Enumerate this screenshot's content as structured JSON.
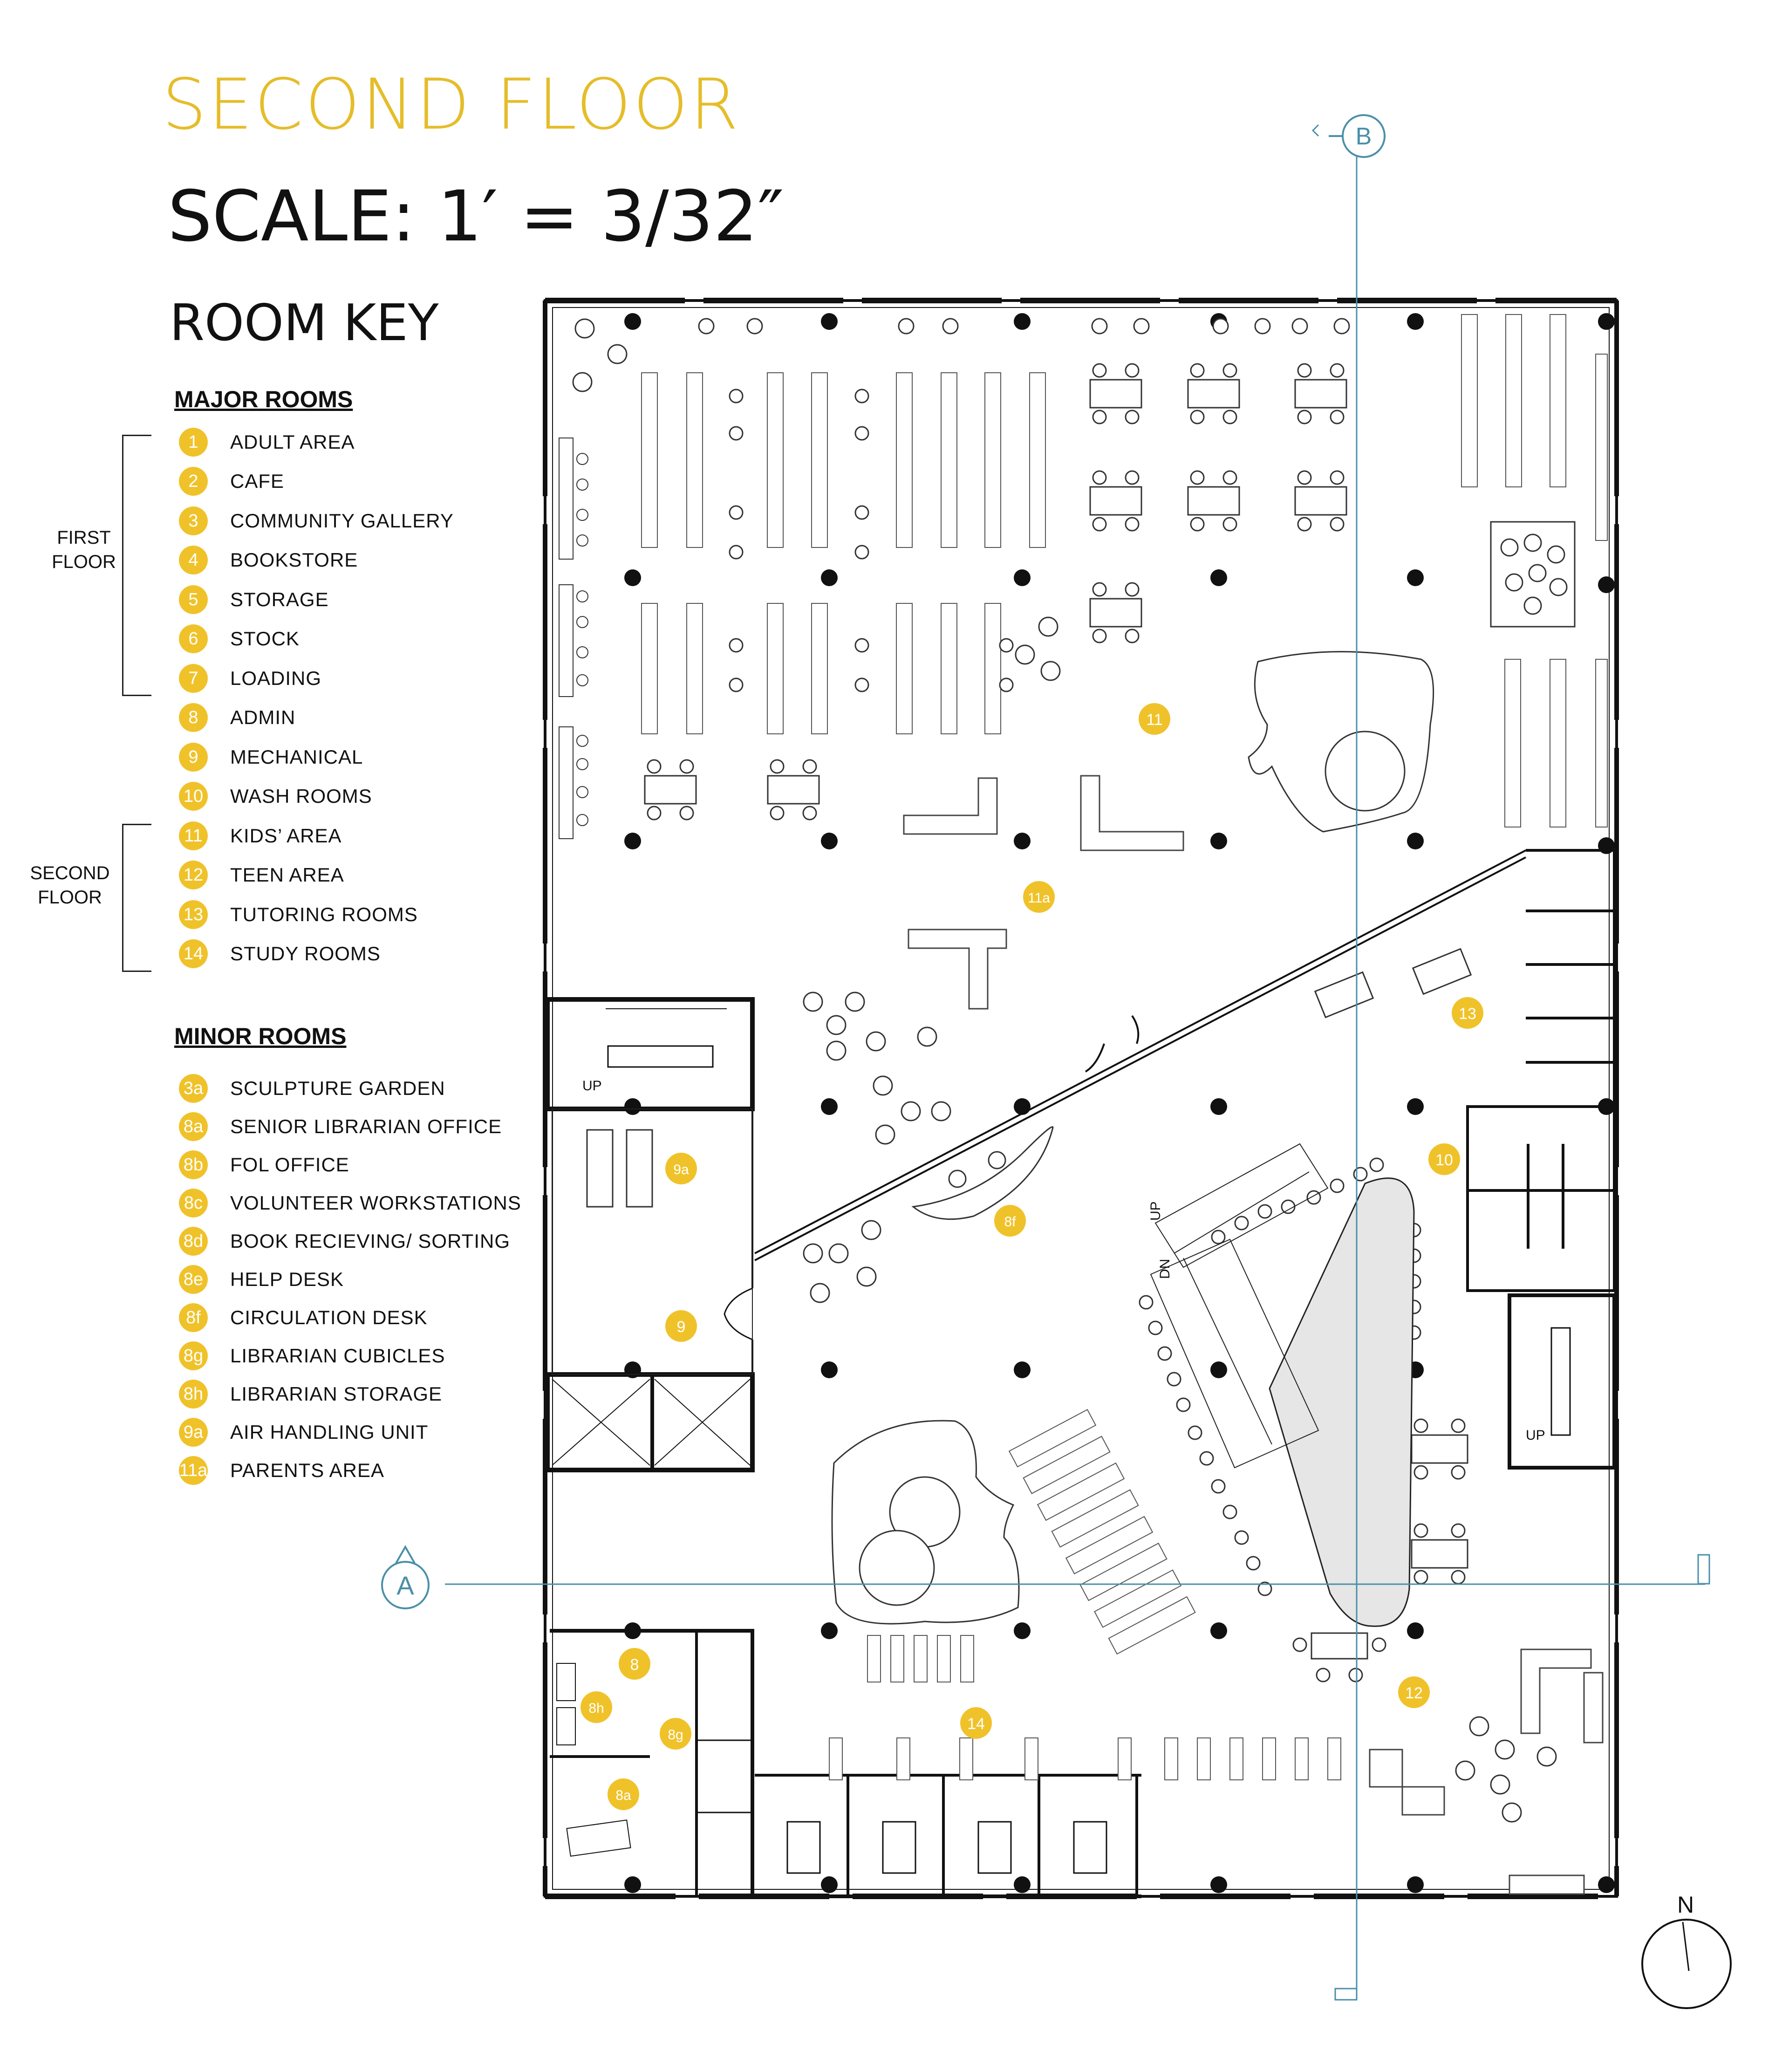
{
  "header": {
    "title": "SECOND FLOOR",
    "scale": "SCALE: 1′ = 3/32″",
    "room_key": "ROOM KEY"
  },
  "legend": {
    "major_heading": "MAJOR ROOMS",
    "major": [
      {
        "num": "1",
        "label": "ADULT AREA"
      },
      {
        "num": "2",
        "label": "CAFE"
      },
      {
        "num": "3",
        "label": "COMMUNITY GALLERY"
      },
      {
        "num": "4",
        "label": "BOOKSTORE"
      },
      {
        "num": "5",
        "label": "STORAGE"
      },
      {
        "num": "6",
        "label": "STOCK"
      },
      {
        "num": "7",
        "label": "LOADING"
      },
      {
        "num": "8",
        "label": "ADMIN"
      },
      {
        "num": "9",
        "label": "MECHANICAL"
      },
      {
        "num": "10",
        "label": "WASH ROOMS"
      },
      {
        "num": "11",
        "label": "KIDS’ AREA"
      },
      {
        "num": "12",
        "label": "TEEN AREA"
      },
      {
        "num": "13",
        "label": "TUTORING ROOMS"
      },
      {
        "num": "14",
        "label": "STUDY ROOMS"
      }
    ],
    "first_floor": "FIRST\nFLOOR",
    "second_floor": "SECOND\nFLOOR",
    "minor_heading": "MINOR ROOMS",
    "minor": [
      {
        "num": "3a",
        "label": "SCULPTURE GARDEN"
      },
      {
        "num": "8a",
        "label": "SENIOR LIBRARIAN OFFICE"
      },
      {
        "num": "8b",
        "label": "FOL OFFICE"
      },
      {
        "num": "8c",
        "label": "VOLUNTEER WORKSTATIONS"
      },
      {
        "num": "8d",
        "label": "BOOK RECIEVING/ SORTING"
      },
      {
        "num": "8e",
        "label": "HELP DESK"
      },
      {
        "num": "8f",
        "label": "CIRCULATION DESK"
      },
      {
        "num": "8g",
        "label": "LIBRARIAN CUBICLES"
      },
      {
        "num": "8h",
        "label": "LIBRARIAN STORAGE"
      },
      {
        "num": "9a",
        "label": "AIR HANDLING UNIT"
      },
      {
        "num": "11a",
        "label": "PARENTS AREA"
      }
    ]
  },
  "plan": {
    "section_a": "A",
    "section_b": "B",
    "north": "N",
    "stair_up": "UP",
    "stair_dn": "DN",
    "room_tags": [
      "11",
      "11a",
      "13",
      "10",
      "9a",
      "8f",
      "9",
      "12",
      "8",
      "8h",
      "8g",
      "14",
      "8a"
    ],
    "colors": {
      "accent": "#f0c22a",
      "section_line": "#4a8fa8",
      "wall": "#111111",
      "void": "#e6e6e6"
    }
  }
}
